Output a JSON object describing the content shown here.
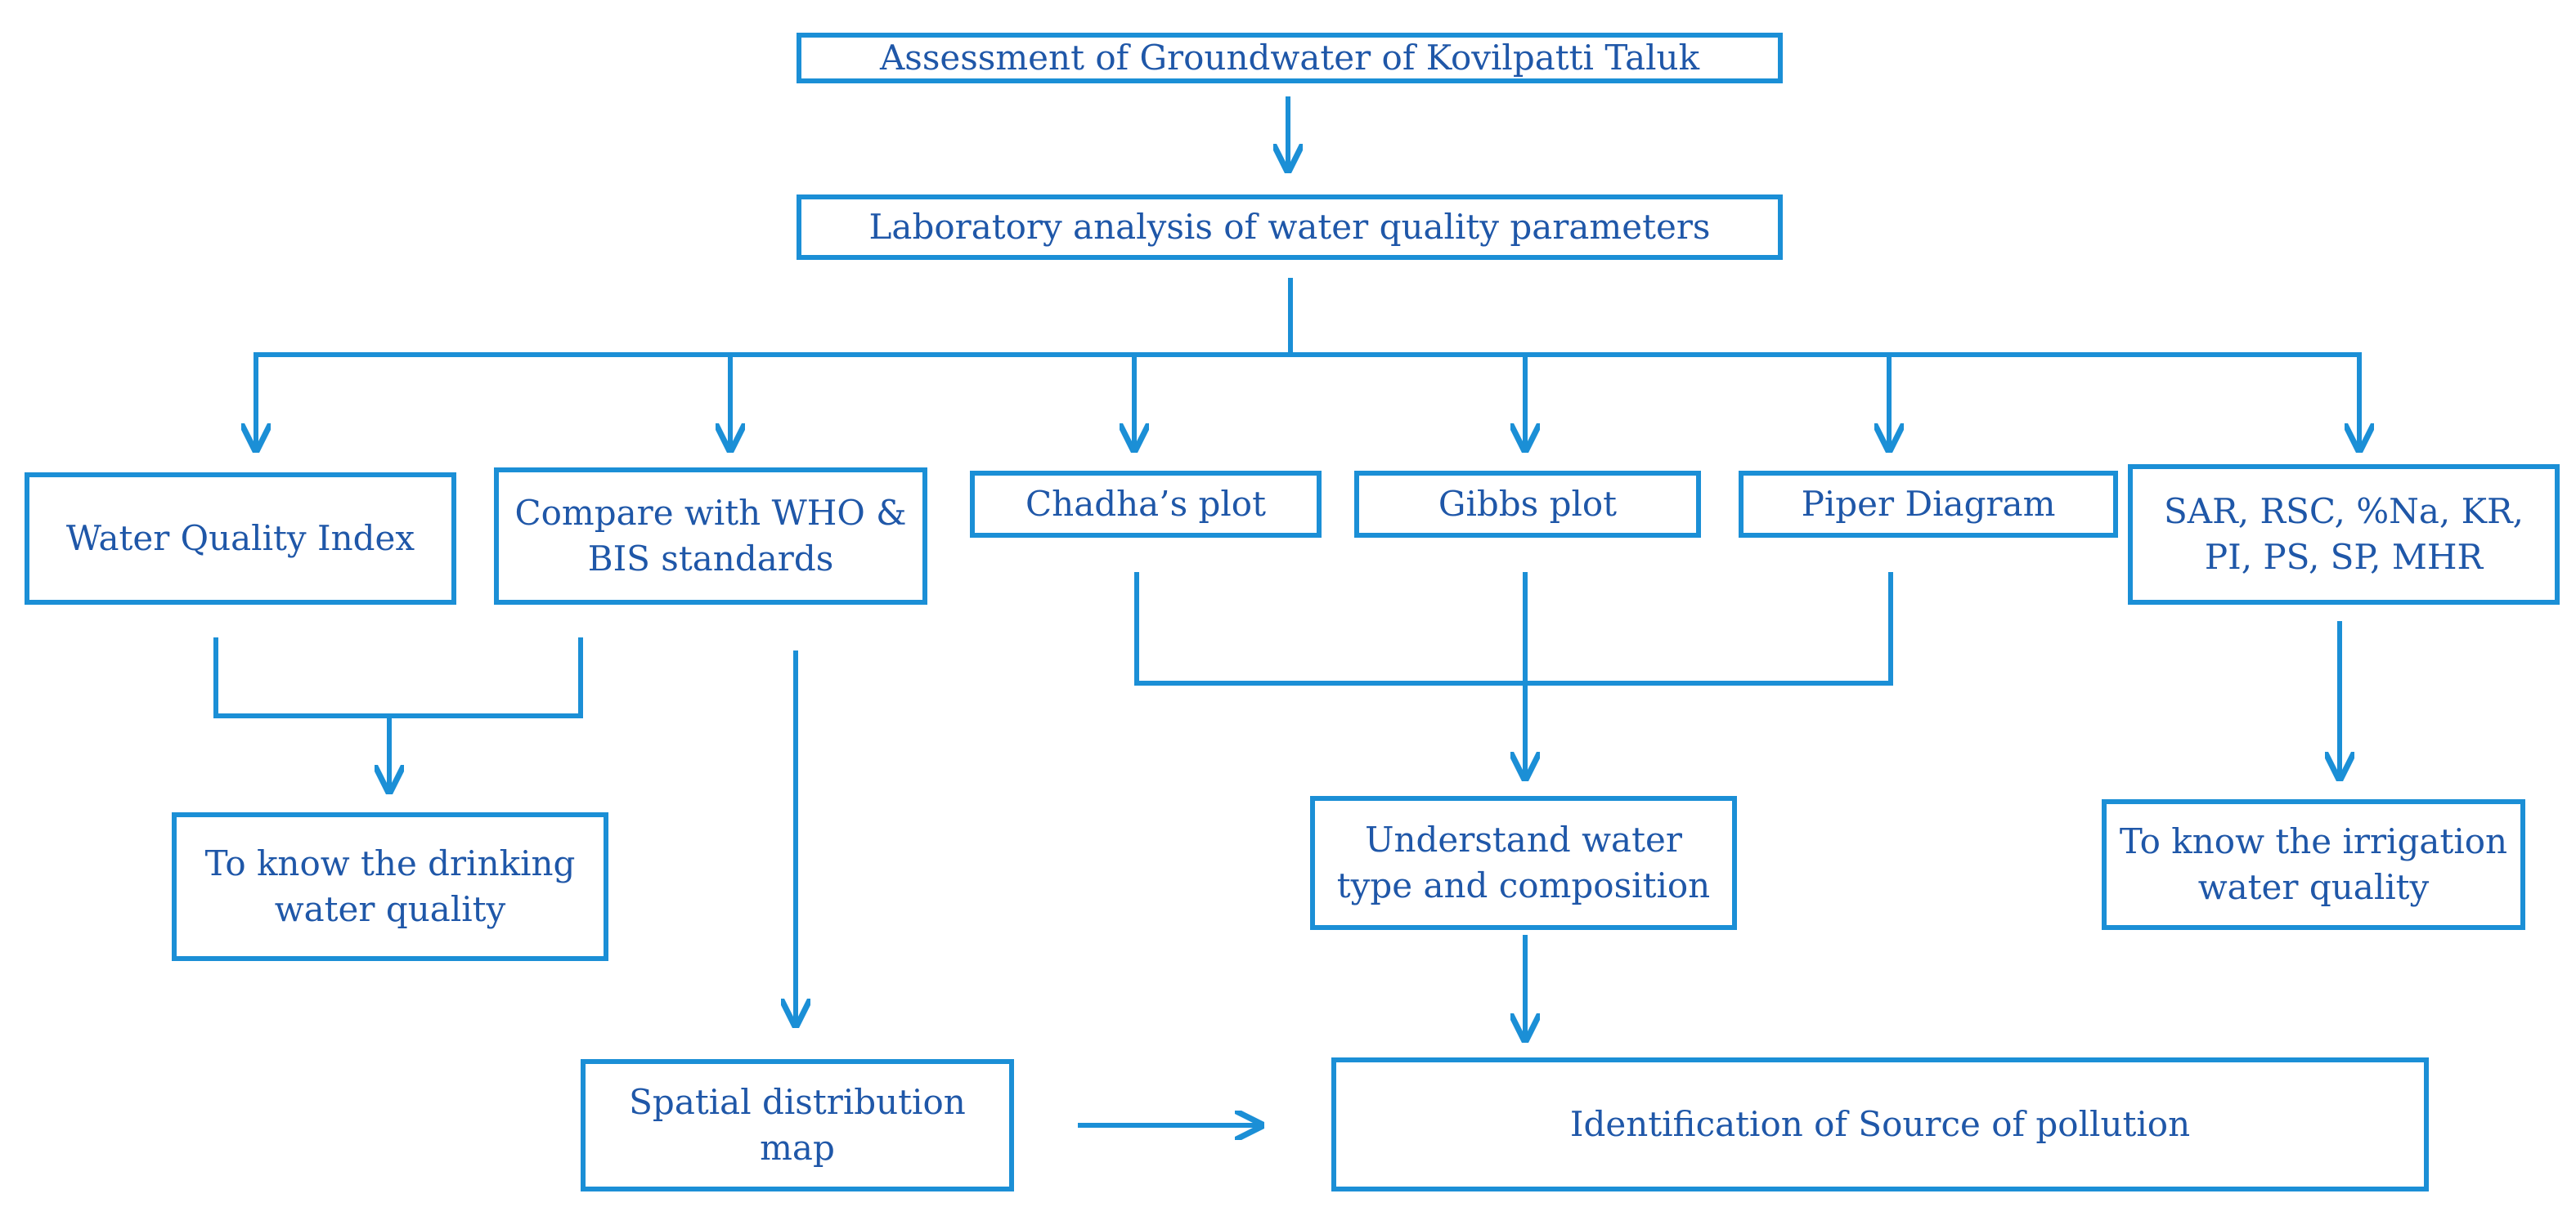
{
  "colors": {
    "border": "#1b8fd6",
    "text": "#1f57a8",
    "connector": "#1b8fd6"
  },
  "nodes": {
    "assessment": "Assessment of Groundwater of Kovilpatti Taluk",
    "lab_analysis": "Laboratory analysis of water quality parameters",
    "wqi": "Water Quality Index",
    "compare": "Compare with WHO & BIS standards",
    "chadha": "Chadha’s plot",
    "gibbs": "Gibbs plot",
    "piper": "Piper Diagram",
    "irrigation_indices": "SAR, RSC, %Na, KR, PI, PS, SP, MHR",
    "drinking_quality": "To know the drinking water quality",
    "water_type": "Understand water type and composition",
    "irrigation_quality": "To know the irrigation water quality",
    "spatial_map": "Spatial distribution map",
    "pollution_source": "Identification of Source of pollution"
  }
}
